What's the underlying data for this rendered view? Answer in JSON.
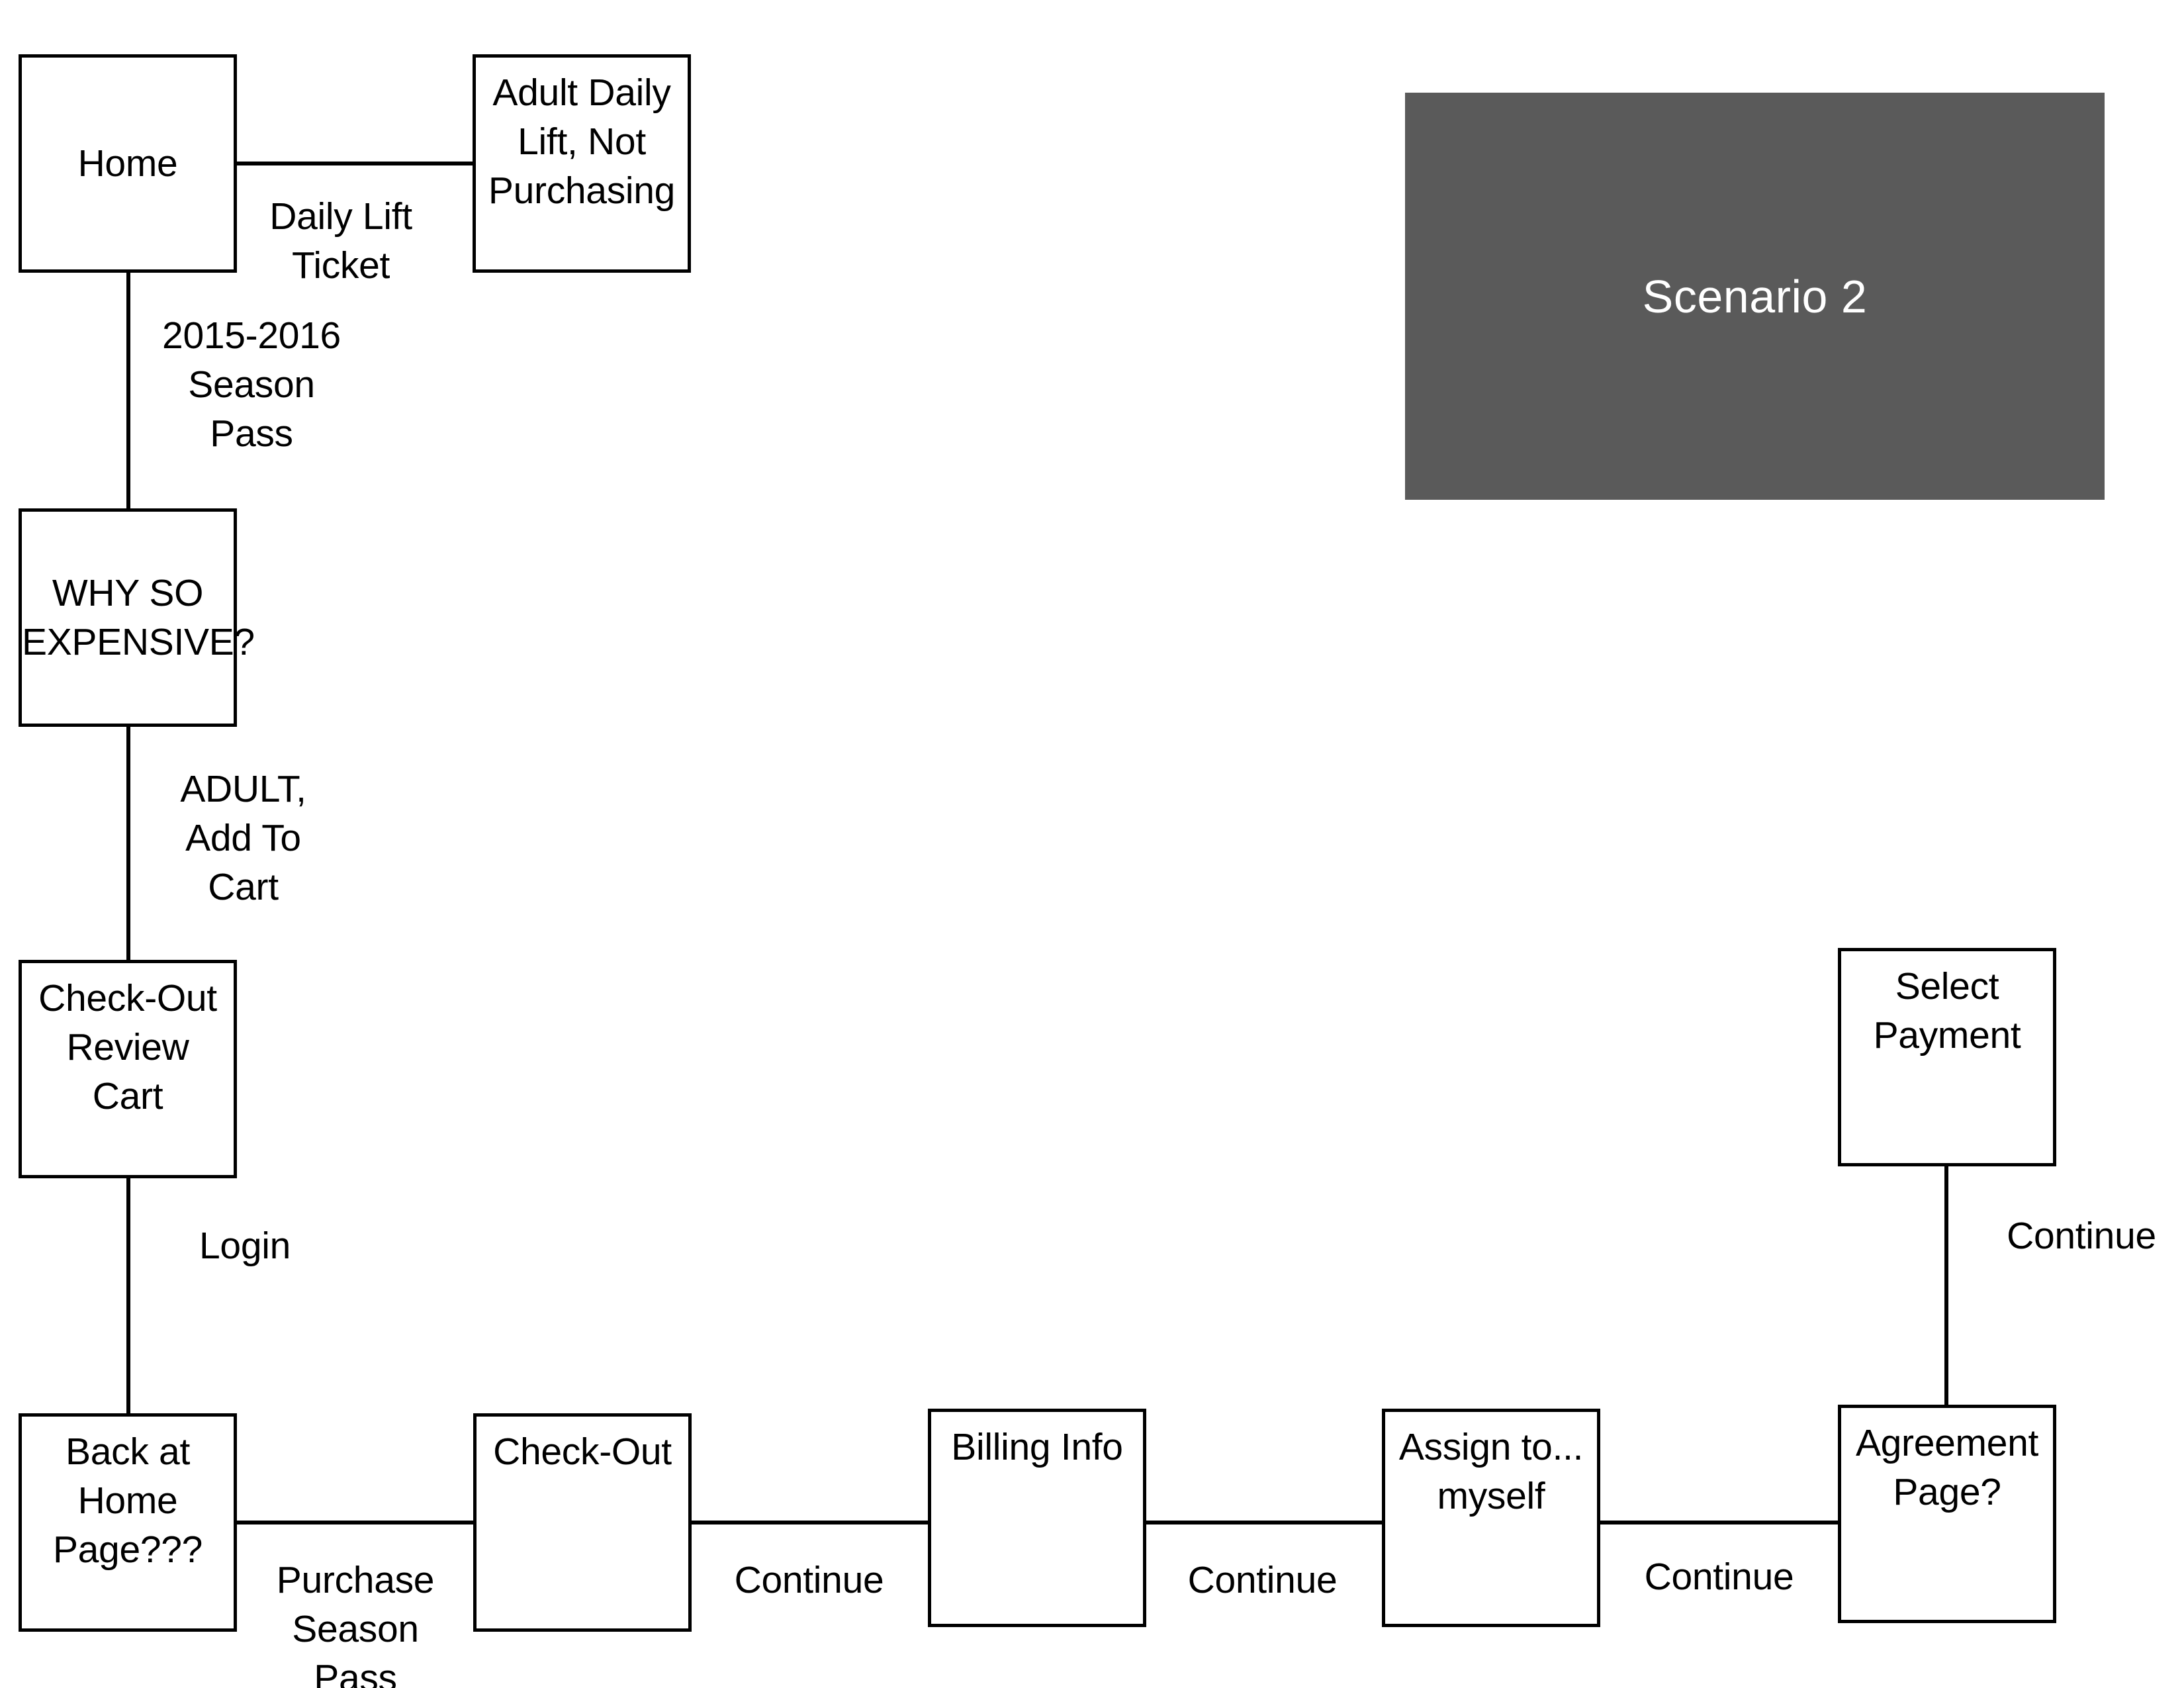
{
  "diagram": {
    "title": "Scenario 2",
    "scenario_banner": {
      "label": "Scenario 2",
      "fill_color": "#5a5a5a",
      "text_color": "#ffffff"
    },
    "stroke_color": "#000000",
    "background_color": "#ffffff",
    "nodes": [
      {
        "id": "home",
        "label": "Home"
      },
      {
        "id": "adult-daily-lift",
        "label": "Adult Daily\nLift, Not\nPurchasing"
      },
      {
        "id": "why-so-expensive",
        "label": "WHY SO\nEXPENSIVE?"
      },
      {
        "id": "checkout-review-cart",
        "label": "Check-Out\nReview\nCart"
      },
      {
        "id": "back-at-home-page",
        "label": "Back at\nHome\nPage???"
      },
      {
        "id": "check-out",
        "label": "Check-Out"
      },
      {
        "id": "billing-info",
        "label": "Billing Info"
      },
      {
        "id": "assign-to-myself",
        "label": "Assign to...\nmyself"
      },
      {
        "id": "agreement-page",
        "label": "Agreement\nPage?"
      },
      {
        "id": "select-payment",
        "label": "Select\nPayment"
      }
    ],
    "edges": [
      {
        "id": "home-to-adult-daily-lift",
        "label": "Daily Lift\nTicket",
        "from": "home",
        "to": "adult-daily-lift"
      },
      {
        "id": "home-to-why-so-expensive",
        "label": "2015-2016\nSeason\nPass",
        "from": "home",
        "to": "why-so-expensive"
      },
      {
        "id": "why-so-expensive-to-checkout-review-cart",
        "label": "ADULT,\nAdd To\nCart",
        "from": "why-so-expensive",
        "to": "checkout-review-cart"
      },
      {
        "id": "checkout-review-cart-to-back-at-home-page",
        "label": "Login",
        "from": "checkout-review-cart",
        "to": "back-at-home-page"
      },
      {
        "id": "back-at-home-page-to-check-out",
        "label": "Purchase\nSeason Pass",
        "from": "back-at-home-page",
        "to": "check-out"
      },
      {
        "id": "check-out-to-billing-info",
        "label": "Continue",
        "from": "check-out",
        "to": "billing-info"
      },
      {
        "id": "billing-info-to-assign-to-myself",
        "label": "Continue",
        "from": "billing-info",
        "to": "assign-to-myself"
      },
      {
        "id": "assign-to-myself-to-agreement-page",
        "label": "Continue",
        "from": "assign-to-myself",
        "to": "agreement-page"
      },
      {
        "id": "select-payment-to-agreement-page",
        "label": "Continue",
        "from": "select-payment",
        "to": "agreement-page"
      }
    ]
  }
}
